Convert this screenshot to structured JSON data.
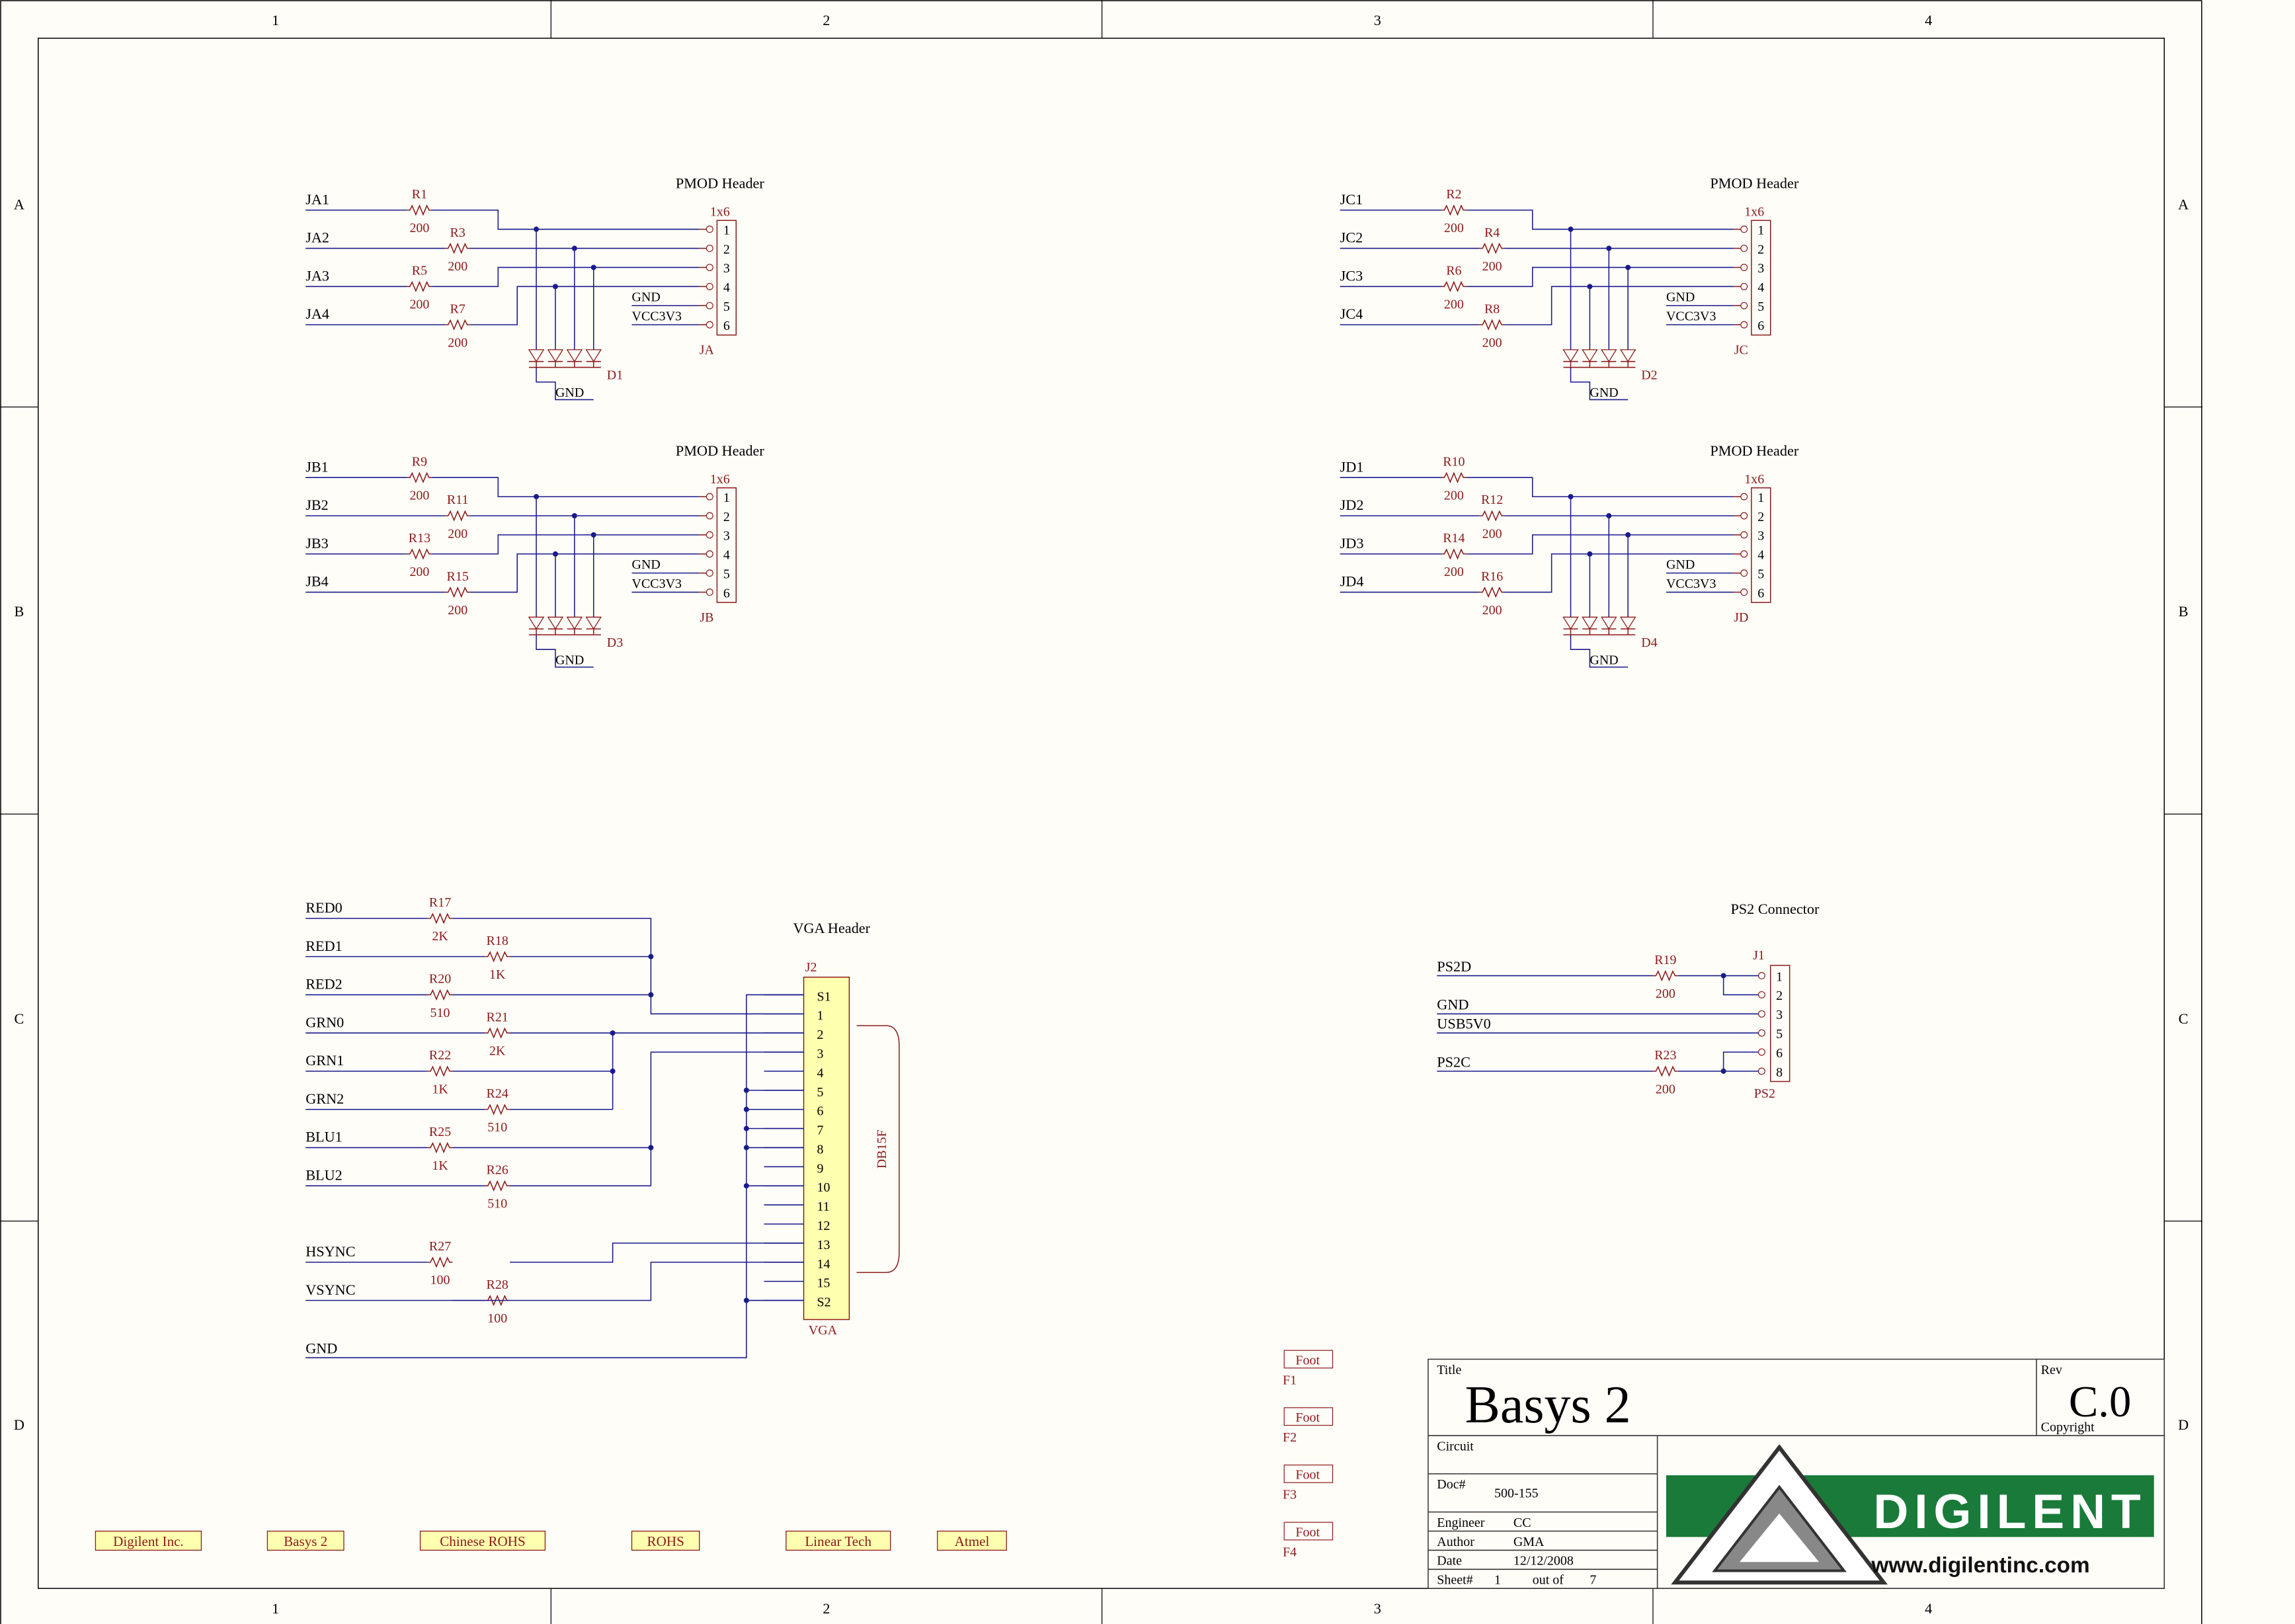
{
  "frame": {
    "cols": [
      "1",
      "2",
      "3",
      "4"
    ],
    "rows": [
      "A",
      "B",
      "C",
      "D"
    ]
  },
  "pmod_sections": [
    {
      "id": "ja",
      "title": "PMOD Header",
      "header_size": "1x6",
      "ref": "JA",
      "diode": "D1",
      "nets": [
        "JA1",
        "JA2",
        "JA3",
        "JA4"
      ],
      "resistors": [
        {
          "ref": "R1",
          "value": "200"
        },
        {
          "ref": "R3",
          "value": "200"
        },
        {
          "ref": "R5",
          "value": "200"
        },
        {
          "ref": "R7",
          "value": "200"
        }
      ],
      "pins": [
        "1",
        "2",
        "3",
        "4",
        "5",
        "6"
      ],
      "gnd": "GND",
      "vcc": "VCC3V3",
      "diode_gnd": "GND"
    },
    {
      "id": "jc",
      "title": "PMOD Header",
      "header_size": "1x6",
      "ref": "JC",
      "diode": "D2",
      "nets": [
        "JC1",
        "JC2",
        "JC3",
        "JC4"
      ],
      "resistors": [
        {
          "ref": "R2",
          "value": "200"
        },
        {
          "ref": "R4",
          "value": "200"
        },
        {
          "ref": "R6",
          "value": "200"
        },
        {
          "ref": "R8",
          "value": "200"
        }
      ],
      "pins": [
        "1",
        "2",
        "3",
        "4",
        "5",
        "6"
      ],
      "gnd": "GND",
      "vcc": "VCC3V3",
      "diode_gnd": "GND"
    },
    {
      "id": "jb",
      "title": "PMOD Header",
      "header_size": "1x6",
      "ref": "JB",
      "diode": "D3",
      "nets": [
        "JB1",
        "JB2",
        "JB3",
        "JB4"
      ],
      "resistors": [
        {
          "ref": "R9",
          "value": "200"
        },
        {
          "ref": "R11",
          "value": "200"
        },
        {
          "ref": "R13",
          "value": "200"
        },
        {
          "ref": "R15",
          "value": "200"
        }
      ],
      "pins": [
        "1",
        "2",
        "3",
        "4",
        "5",
        "6"
      ],
      "gnd": "GND",
      "vcc": "VCC3V3",
      "diode_gnd": "GND"
    },
    {
      "id": "jd",
      "title": "PMOD Header",
      "header_size": "1x6",
      "ref": "JD",
      "diode": "D4",
      "nets": [
        "JD1",
        "JD2",
        "JD3",
        "JD4"
      ],
      "resistors": [
        {
          "ref": "R10",
          "value": "200"
        },
        {
          "ref": "R12",
          "value": "200"
        },
        {
          "ref": "R14",
          "value": "200"
        },
        {
          "ref": "R16",
          "value": "200"
        }
      ],
      "pins": [
        "1",
        "2",
        "3",
        "4",
        "5",
        "6"
      ],
      "gnd": "GND",
      "vcc": "VCC3V3",
      "diode_gnd": "GND"
    }
  ],
  "vga": {
    "title": "VGA Header",
    "ref": "J2",
    "name": "VGA",
    "connector_type": "DB15F",
    "nets": [
      {
        "name": "RED0",
        "r": "R17",
        "value": "2K"
      },
      {
        "name": "RED1",
        "r": "R18",
        "value": "1K"
      },
      {
        "name": "RED2",
        "r": "R20",
        "value": "510"
      },
      {
        "name": "GRN0",
        "r": "R21",
        "value": "2K"
      },
      {
        "name": "GRN1",
        "r": "R22",
        "value": "1K"
      },
      {
        "name": "GRN2",
        "r": "R24",
        "value": "510"
      },
      {
        "name": "BLU1",
        "r": "R25",
        "value": "1K"
      },
      {
        "name": "BLU2",
        "r": "R26",
        "value": "510"
      },
      {
        "name": "HSYNC",
        "r": "R27",
        "value": "100"
      },
      {
        "name": "VSYNC",
        "r": "R28",
        "value": "100"
      }
    ],
    "gnd": "GND",
    "pins": [
      "S1",
      "1",
      "2",
      "3",
      "4",
      "5",
      "6",
      "7",
      "8",
      "9",
      "10",
      "11",
      "12",
      "13",
      "14",
      "15",
      "S2"
    ]
  },
  "ps2": {
    "title": "PS2 Connector",
    "ref": "J1",
    "name": "PS2",
    "nets": [
      "PS2D",
      "GND",
      "USB5V0",
      "PS2C"
    ],
    "resistors": [
      {
        "ref": "R19",
        "value": "200"
      },
      {
        "ref": "R23",
        "value": "200"
      }
    ],
    "pins": [
      "1",
      "2",
      "3",
      "5",
      "6",
      "8"
    ]
  },
  "footprints": [
    {
      "label": "Foot",
      "ref": "F1"
    },
    {
      "label": "Foot",
      "ref": "F2"
    },
    {
      "label": "Foot",
      "ref": "F3"
    },
    {
      "label": "Foot",
      "ref": "F4"
    }
  ],
  "tags": [
    "Digilent Inc.",
    "Basys 2",
    "Chinese ROHS",
    "ROHS",
    "Linear Tech",
    "Atmel"
  ],
  "title_block": {
    "title_label": "Title",
    "title": "Basys 2",
    "rev_label": "Rev",
    "rev": "C.0",
    "copyright_label": "Copyright",
    "circuit_label": "Circuit",
    "doc_label": "Doc#",
    "doc": "500-155",
    "engineer_label": "Engineer",
    "engineer": "CC",
    "author_label": "Author",
    "author": "GMA",
    "date_label": "Date",
    "date": "12/12/2008",
    "sheet_label": "Sheet#",
    "sheet": "1",
    "out_of_label": "out of",
    "total": "7",
    "logo_text": "DIGILENT",
    "logo_url": "www.digilentinc.com"
  },
  "colors": {
    "wire": "#1a1a8c",
    "component": "#8b1a1a",
    "text": "#000000",
    "connector_fill": "#ffffb0",
    "tag_fill": "#ffffb0",
    "logo_green": "#1a7a3a"
  }
}
